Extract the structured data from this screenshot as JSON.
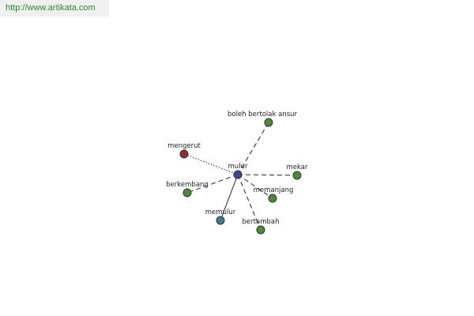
{
  "banner": {
    "url": "http://www.artikata.com"
  },
  "graph": {
    "center": {
      "label": "mulur",
      "color": "#3c4a8c"
    },
    "nodes": [
      {
        "label": "boleh bertolak ansur",
        "color": "#4e8a3a"
      },
      {
        "label": "mengerut",
        "color": "#8a3030"
      },
      {
        "label": "mekar",
        "color": "#4e8a3a"
      },
      {
        "label": "berkembang",
        "color": "#4e8a3a"
      },
      {
        "label": "memanjang",
        "color": "#4e8a3a"
      },
      {
        "label": "memulur",
        "color": "#3a7f95"
      },
      {
        "label": "bertambah",
        "color": "#4e8a3a"
      }
    ]
  }
}
